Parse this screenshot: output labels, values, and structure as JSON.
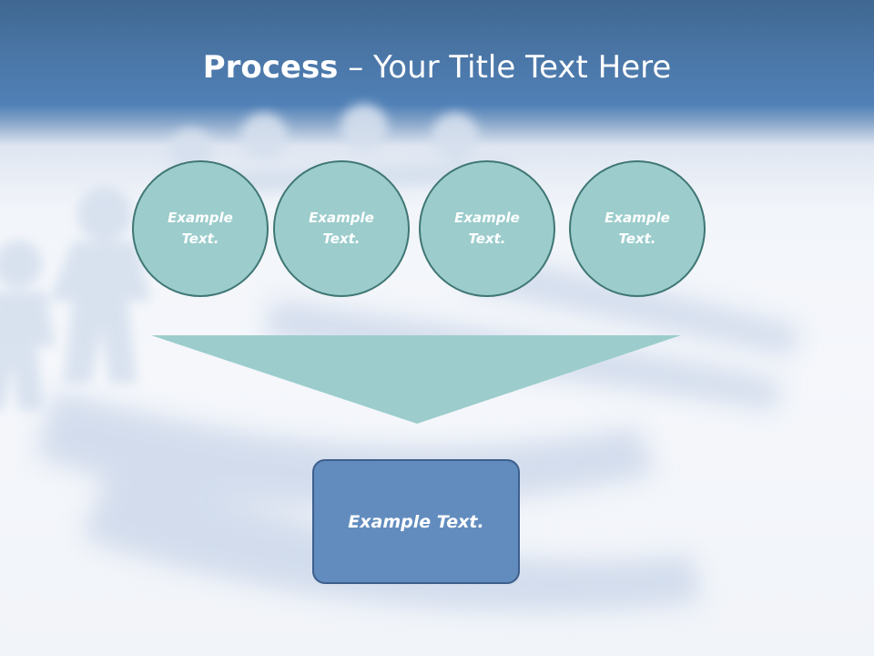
{
  "title": {
    "bold": "Process",
    "rest": " – Your Title Text Here"
  },
  "steps": [
    {
      "line1": "Example",
      "line2": "Text."
    },
    {
      "line1": "Example",
      "line2": "Text."
    },
    {
      "line1": "Example",
      "line2": "Text."
    },
    {
      "line1": "Example",
      "line2": "Text."
    }
  ],
  "result": {
    "label": "Example Text."
  },
  "colors": {
    "circle_fill": "#9ccccc",
    "circle_stroke": "#3f7775",
    "funnel_fill": "#9ccccc",
    "box_fill": "#628cbe",
    "box_stroke": "#3d5f8c",
    "header_band": "#4a76a6"
  },
  "background_image": "paper-people-chain"
}
